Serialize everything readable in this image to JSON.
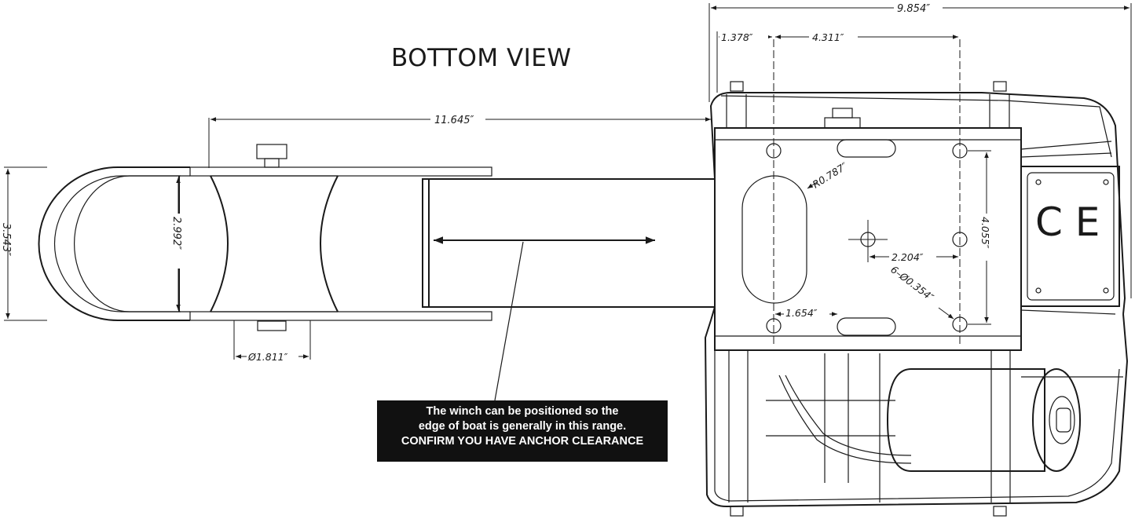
{
  "title": "BOTTOM VIEW",
  "note": {
    "line1": "The winch can be positioned so the",
    "line2": "edge of boat is generally in this range.",
    "line3": "CONFIRM YOU HAVE ANCHOR CLEARANCE"
  },
  "dimensions": {
    "overall_width": "9.854″",
    "bolt_offset": "1.378″",
    "bolt_spacing_top": "4.311″",
    "overall_length": "11.645″",
    "roller_frame_height": "3.543″",
    "roller_length": "2.992″",
    "roller_diameter": "Ø1.811″",
    "slot_radius": "R0.787″",
    "hole_spacing_vertical": "4.055″",
    "hole_spacing_center": "2.204″",
    "hole_pattern": "6–Ø0.354″",
    "slot_offset": "1.654″"
  },
  "markings": {
    "ce_mark": "C E"
  }
}
